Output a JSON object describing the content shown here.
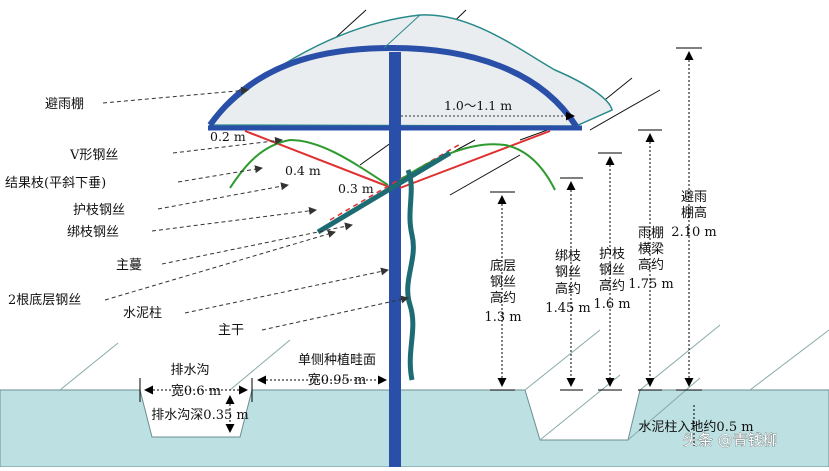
{
  "labels": {
    "shelter": "避雨棚",
    "v_wire": "V形钢丝",
    "fruit_branch": "结果枝(平斜下垂)",
    "guard_wire": "护枝钢丝",
    "tie_wire": "绑枝钢丝",
    "main_vine": "主蔓",
    "bottom_wires": "2根底层钢丝",
    "cement_post": "水泥柱",
    "trunk": "主干"
  },
  "dimensions": {
    "d_02": "0.2 m",
    "d_04": "0.4 m",
    "d_03": "0.3 m",
    "d_span": "1.0～1.1 m",
    "bottom_wire_h": [
      "底层",
      "钢丝",
      "高约",
      "1.3 m"
    ],
    "tie_wire_h": [
      "绑枝",
      "钢丝",
      "高约",
      "1.45 m"
    ],
    "guard_wire_h": [
      "护枝",
      "钢丝",
      "高约",
      "1.6 m"
    ],
    "beam_h": [
      "雨棚",
      "横梁",
      "高约",
      "1.75 m"
    ],
    "shelter_h": [
      "避雨",
      "棚高",
      "2.10 m"
    ],
    "ditch_width": [
      "排水沟",
      "宽0.6 m"
    ],
    "ditch_depth": "排水沟深0.35 m",
    "ridge_width": [
      "单侧种植畦面",
      "宽0.95 m"
    ],
    "post_depth": "水泥柱入地约0.5 m"
  },
  "watermark": "头条 @青钱柳",
  "colors": {
    "canopy_fill": "#e9edf0",
    "canopy_arc": "#2a4fa8",
    "post": "#2a4fa8",
    "vine": "#1d6b73",
    "green_wire": "#2f9a2f",
    "red_wire": "#e03030",
    "soil": "#bde0e2"
  }
}
